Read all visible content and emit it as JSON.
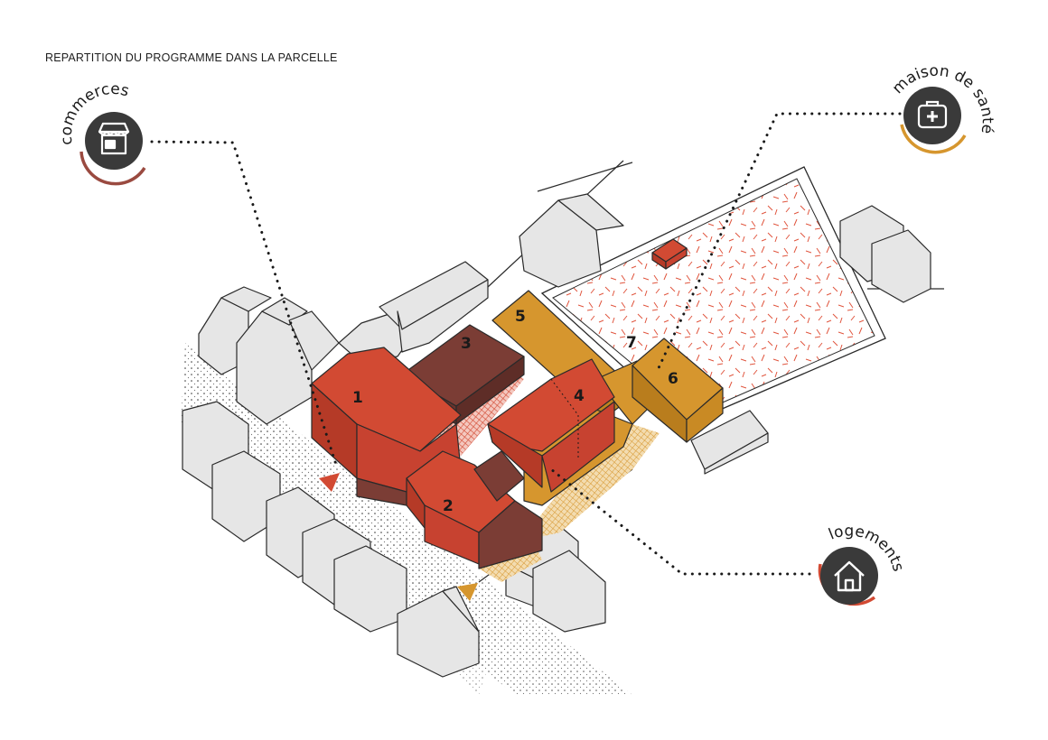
{
  "title": "REPARTITION DU PROGRAMME DANS LA PARCELLE",
  "colors": {
    "red": "#d24a33",
    "red_dark": "#b53a27",
    "brown": "#7b3d35",
    "ochre": "#d6962e",
    "grey": "#e6e6e6",
    "ink": "#2a2a2a"
  },
  "building_numbers": [
    "1",
    "2",
    "3",
    "4",
    "5",
    "6",
    "7"
  ],
  "callouts": {
    "commerces": {
      "label": "commerces",
      "icon": "shop-icon",
      "ring_color": "#9a4a40"
    },
    "maison_de_sante": {
      "label": "maison de santé",
      "icon": "medical-kit-icon",
      "ring_color": "#d6962e"
    },
    "logements": {
      "label": "logements",
      "icon": "house-icon",
      "ring_color": "#d24a33"
    }
  }
}
